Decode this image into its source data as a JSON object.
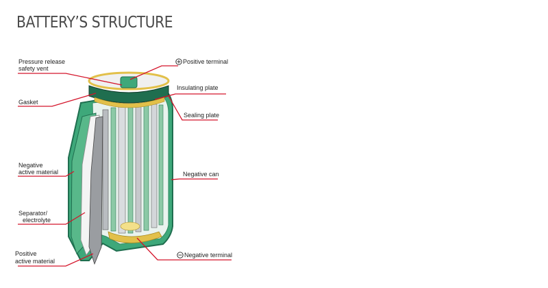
{
  "title": "BATTERY’S STRUCTURE",
  "colors": {
    "leader": "#d4142a",
    "can_green": "#3ea87a",
    "can_dark": "#1f6e4f",
    "electrode_green": "#8cc9a6",
    "gold": "#e2c04a",
    "text": "#222222"
  },
  "labels": {
    "pressure_vent_line1": "Pressure release",
    "pressure_vent_line2": "safety vent",
    "gasket": "Gasket",
    "negative_active_line1": "Negative",
    "negative_active_line2": "active material",
    "separator_line1": "Separator/",
    "separator_line2": "electrolyte",
    "positive_active_line1": "Positive",
    "positive_active_line2": "active material",
    "positive_terminal": "Positive terminal",
    "insulating_plate": "Insulating plate",
    "sealing_plate": "Sealing plate",
    "negative_can": "Negative can",
    "negative_terminal": "Negative terminal"
  },
  "icons": {
    "positive_symbol": "circled-plus-icon",
    "negative_symbol": "circled-minus-icon"
  }
}
